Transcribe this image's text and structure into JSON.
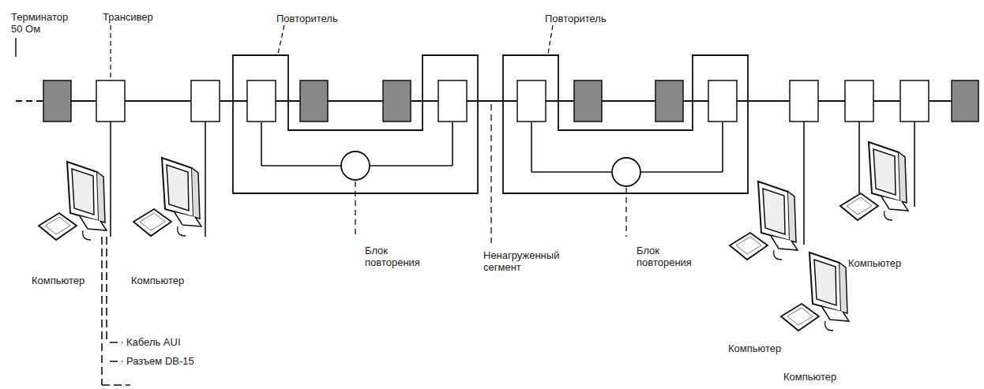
{
  "diagram": {
    "labels": [
      "Терминатор 50 Ом",
      "Трансивер",
      "Повторитель",
      "Повторитель",
      "Блок повторения",
      "Ненагруженный сегмент",
      "Блок повторения",
      "Компьютер",
      "Компьютер",
      "Компьютер",
      "Компьютер",
      "Кабель AUI",
      "Разъем DB-15",
      "Компьютер"
    ]
  }
}
